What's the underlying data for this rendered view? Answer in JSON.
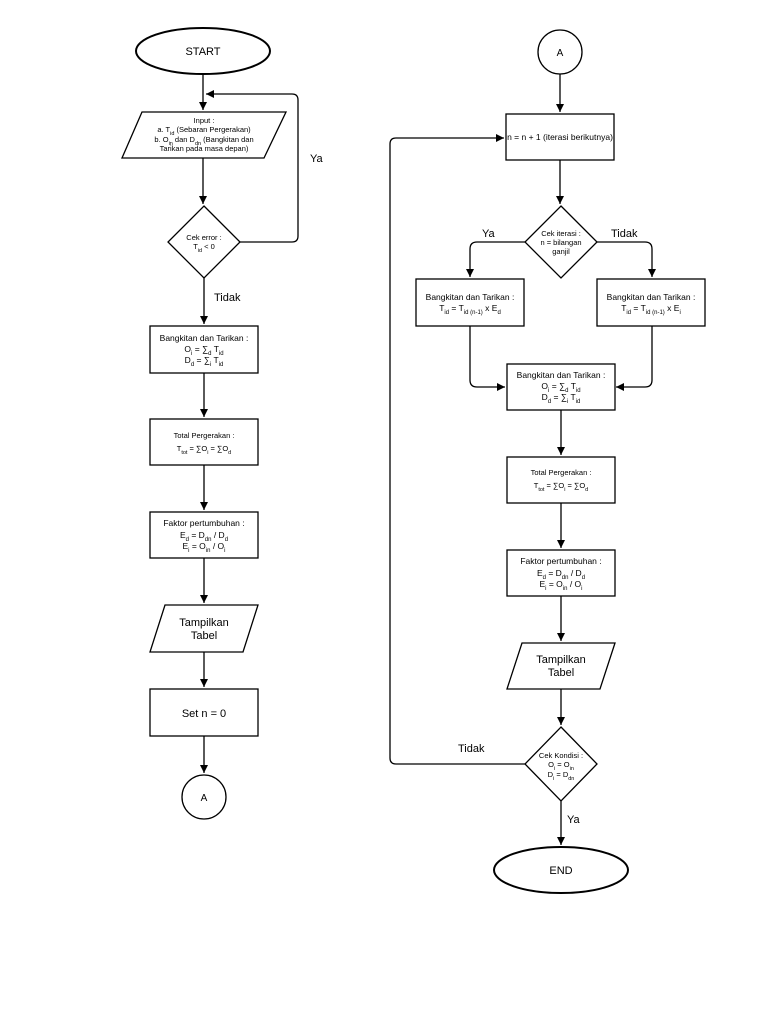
{
  "flowchart": {
    "left": {
      "start": "START",
      "input": {
        "title": "Input :",
        "line_a_pre": "a. T",
        "line_a_sub": "id",
        "line_a_post": " (Sebaran Pergerakan)",
        "line_b_pre": "b. O",
        "line_b_sub1": "in",
        "line_b_mid": " dan D",
        "line_b_sub2": "dn",
        "line_b_post": " (Bangkitan dan",
        "line_c": "Tarikan pada masa depan)"
      },
      "check_error": {
        "title": "Cek error :",
        "cond_pre": "T",
        "cond_sub": "id",
        "cond_post": " < 0"
      },
      "label_yes": "Ya",
      "label_no": "Tidak",
      "bangkitan": {
        "title": "Bangkitan dan Tarikan :",
        "o_eq": "O",
        "o_sub": "i",
        "o_rhs": " = ∑",
        "o_rhs_sub": "d",
        "o_rhs2": " T",
        "o_rhs2_sub": "id",
        "d_eq": "D",
        "d_sub": "d",
        "d_rhs": " = ∑",
        "d_rhs_sub": "i",
        "d_rhs2": " T",
        "d_rhs2_sub": "id"
      },
      "total": {
        "title": "Total Pergerakan :",
        "f1": "T",
        "f1_sub": "tot",
        "f2": " = ∑O",
        "f2_sub": "i",
        "f3": " = ∑O",
        "f3_sub": "d"
      },
      "faktor": {
        "title": "Faktor pertumbuhan :",
        "e1": "E",
        "e1_sub": "d",
        "e1_rhs": " = D",
        "e1_rhs_sub": "dn",
        "e1_rhs2": " / D",
        "e1_rhs2_sub": "d",
        "e2": "E",
        "e2_sub": "i",
        "e2_rhs": " = O",
        "e2_rhs_sub": "in",
        "e2_rhs2": " / O",
        "e2_rhs2_sub": "i"
      },
      "tampilkan_1": "Tampilkan",
      "tampilkan_2": "Tabel",
      "set_n": "Set n = 0",
      "connector": "A"
    },
    "right": {
      "connector": "A",
      "iterate": "n = n + 1 (iterasi berikutnya)",
      "check_iter": {
        "l1": "Cek iterasi :",
        "l2": "n = bilangan",
        "l3": "ganjil"
      },
      "label_yes": "Ya",
      "label_no": "Tidak",
      "bk_left": {
        "title": "Bangkitan dan Tarikan :",
        "a": "T",
        "a_sub": "id",
        "b": " = T",
        "b_sub": "id (n-1)",
        "c": " x E",
        "c_sub": "d"
      },
      "bk_right": {
        "title": "Bangkitan dan Tarikan :",
        "a": "T",
        "a_sub": "id",
        "b": " = T",
        "b_sub": "id (n-1)",
        "c": " x E",
        "c_sub": "i"
      },
      "bangkitan": {
        "title": "Bangkitan dan Tarikan :",
        "o_eq": "O",
        "o_sub": "i",
        "o_rhs": " = ∑",
        "o_rhs_sub": "d",
        "o_rhs2": " T",
        "o_rhs2_sub": "id",
        "d_eq": "D",
        "d_sub": "d",
        "d_rhs": " = ∑",
        "d_rhs_sub": "i",
        "d_rhs2": " T",
        "d_rhs2_sub": "id"
      },
      "total": {
        "title": "Total Pergerakan :",
        "f1": "T",
        "f1_sub": "tot",
        "f2": " = ∑O",
        "f2_sub": "i",
        "f3": " = ∑O",
        "f3_sub": "d"
      },
      "faktor": {
        "title": "Faktor pertumbuhan :",
        "e1": "E",
        "e1_sub": "d",
        "e1_rhs": " = D",
        "e1_rhs_sub": "dn",
        "e1_rhs2": " / D",
        "e1_rhs2_sub": "d",
        "e2": "E",
        "e2_sub": "i",
        "e2_rhs": " = O",
        "e2_rhs_sub": "in",
        "e2_rhs2": " / O",
        "e2_rhs2_sub": "i"
      },
      "tampilkan_1": "Tampilkan",
      "tampilkan_2": "Tabel",
      "check_cond": {
        "title": "Cek Kondisi :",
        "c1": "O",
        "c1_sub": "i",
        "c1_rhs": " = O",
        "c1_rhs_sub": "in",
        "c2": "D",
        "c2_sub": "i",
        "c2_rhs": " = D",
        "c2_rhs_sub": "dn"
      },
      "label_cond_no": "Tidak",
      "label_cond_yes": "Ya",
      "end": "END"
    }
  }
}
